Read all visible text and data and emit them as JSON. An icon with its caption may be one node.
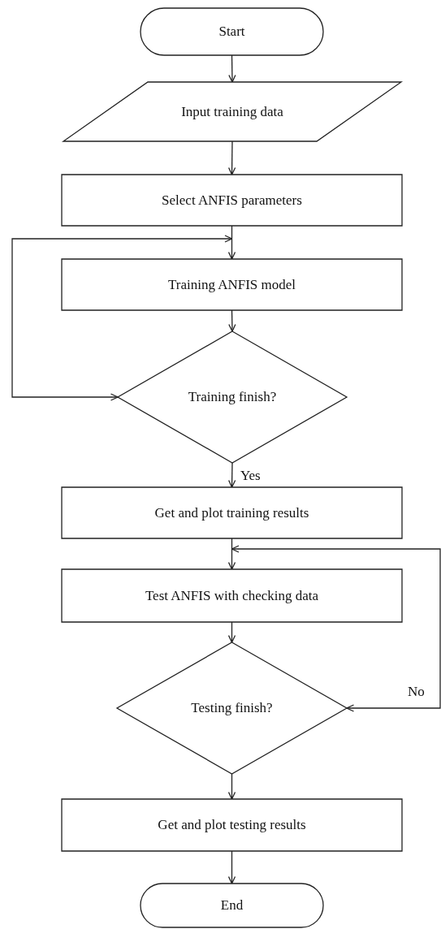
{
  "diagram": {
    "nodes": [
      {
        "text": [
          "Start"
        ]
      },
      {
        "text": [
          "Input training data"
        ]
      },
      {
        "text": [
          "Select ANFIS parameters"
        ]
      },
      {
        "text": [
          "Training ANFIS model"
        ]
      },
      {
        "text": [
          "Training finish?"
        ]
      },
      {
        "text": [
          "Get and plot training results"
        ]
      },
      {
        "text": [
          "Test ANFIS with checking data"
        ]
      },
      {
        "text": [
          "Testing finish?"
        ]
      },
      {
        "text": [
          "Get and plot testing results"
        ]
      },
      {
        "text": [
          "End"
        ]
      }
    ],
    "edges": [
      {
        "from": 0,
        "to": 1,
        "arrow": "to"
      },
      {
        "from": 1,
        "to": 2,
        "arrow": "to"
      },
      {
        "from": 2,
        "to": 3,
        "arrow": "to"
      },
      {
        "from": 3,
        "to": 4,
        "arrow": "to"
      },
      {
        "from": 4,
        "to": 3,
        "arrow": "both"
      },
      {
        "from": 4,
        "to": 5,
        "arrow": "to",
        "label": "Yes"
      },
      {
        "from": 5,
        "to": 6,
        "arrow": "to"
      },
      {
        "from": 6,
        "to": 7,
        "arrow": "to"
      },
      {
        "from": 7,
        "to": 6,
        "arrow": "both",
        "label": "No"
      },
      {
        "from": 7,
        "to": 8,
        "arrow": "to"
      },
      {
        "from": 8,
        "to": 9,
        "arrow": "to"
      }
    ]
  }
}
